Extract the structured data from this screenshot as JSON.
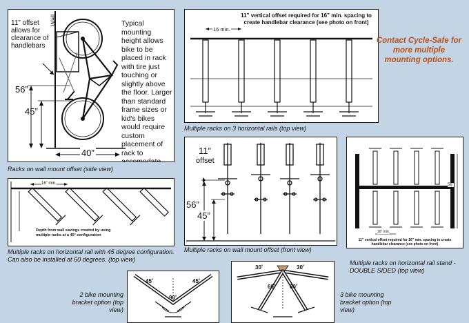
{
  "side_view": {
    "offset_note": "11” offset allows for clearance of handlebars",
    "wall_label": "Wall",
    "dim_56": "56”",
    "dim_45": "45”",
    "dim_40": "40”",
    "mounting_text": "Typical mounting height allows bike to be placed in rack with tire just touching or slightly above the floor. Larger than standard frame sizes or kid's bikes would require custom placement of rack to accomodate bike.",
    "caption": "Racks on wall mount offset (side view)"
  },
  "horizontal_rails": {
    "note": "11” vertical offset required for 16” min. spacing to create handlebar clearance (see photo on front)",
    "dim_16": "16 min.",
    "caption": "Multiple racks on 3 horizontal rails  (top view)"
  },
  "contact": {
    "text": "Contact Cycle-Safe for more multiple mounting options."
  },
  "deg45_rail": {
    "dim_16": "16” min.",
    "note": "Depth from wall savings created by using multiple racks at a 45° configuration",
    "caption": "Multiple racks on horizontal rail with 45 degree configuration. Can also be installed at 60 degrees. (top view)"
  },
  "front_view": {
    "dim_11": "11”",
    "offset_label": "offset",
    "dim_56": "56”",
    "dim_45": "45”",
    "caption": "Multiple racks on wall mount offset (front view)"
  },
  "double_sided": {
    "dim_56": "56”",
    "dim_16": "16” min.",
    "note": "11” vertical offset required for 16” min. spacing to create handlebar clearance (see photo on front)",
    "caption": "Multiple racks on horizontal rail stand - DOUBLE SIDED (top view)"
  },
  "two_bike": {
    "angle_left": "45˚",
    "angle_right": "45˚",
    "angle_center": "90˚",
    "caption": "2 bike mounting bracket option (top view)"
  },
  "three_bike": {
    "angle_tl": "30˚",
    "angle_tr": "30˚",
    "angle_bl": "60˚",
    "angle_br": "60˚",
    "caption": "3 bike mounting bracket option (top view)"
  }
}
